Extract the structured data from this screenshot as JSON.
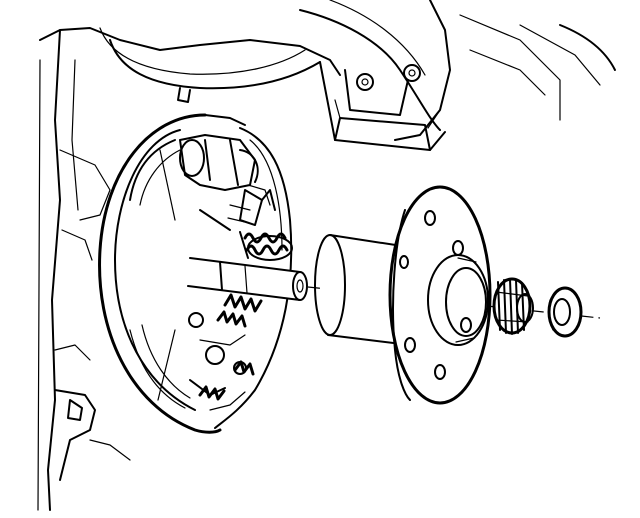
{
  "colors": {
    "ink": "#000000",
    "paper": "#ffffff"
  },
  "parts": [
    "axle-housing",
    "suspension-bracket",
    "brake-backing-plate",
    "brake-shoe",
    "wheel-cylinder",
    "return-spring",
    "adjuster-spring",
    "spindle",
    "wheel-hub",
    "wheel-bearing",
    "washer"
  ]
}
